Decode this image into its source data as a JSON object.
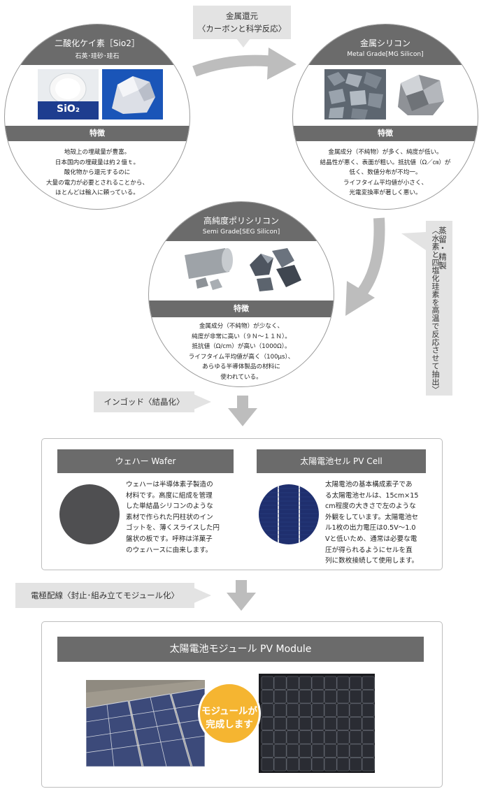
{
  "sio2": {
    "title": "二酸化ケイ素［Sio2］",
    "subtitle": "石英･珪砂･珪石",
    "feature_label": "特徴",
    "photo_label": "SiO₂",
    "lines": [
      "地殻上の埋蔵量が豊富。",
      "日本国内の埋蔵量は約２億ｔ。",
      "酸化物から還元するのに",
      "大量の電力が必要とされることから、",
      "ほとんどは輸入に頼っている。"
    ]
  },
  "mg_silicon": {
    "title": "金属シリコン",
    "subtitle": "Metal Grade[MG Silicon]",
    "feature_label": "特徴",
    "lines": [
      "金属成分（不純物）が多く、純度が低い。",
      "結晶性が悪く、表面が粗い。抵抗値（Ω／㎝）が",
      "低く、数値分布が不均一。",
      "ライフタイム平均値が小さく、",
      "光電変換率が著しく悪い。"
    ]
  },
  "seg_silicon": {
    "title": "高純度ポリシリコン",
    "subtitle": "Semi Grade[SEG Silicon]",
    "feature_label": "特徴",
    "lines": [
      "金属成分（不純物）が少なく、",
      "純度が非常に高い（９Ｎ～１１Ｎ）。",
      "抵抗値（Ω/cm）が高い（1000Ω）。",
      "ライフタイム平均値が高く（100μs）、",
      "あらゆる半導体製品の材料に",
      "使われている。"
    ]
  },
  "step_reduction": {
    "line1": "金属還元",
    "line2": "〈カーボンと科学反応〉"
  },
  "step_distill": {
    "line1": "蒸留・精製",
    "line2": "〈水素と四塩化珪素を高温で反応させて抽出〉"
  },
  "step_ingot": "インゴッド〈結晶化〉",
  "step_module": "電極配線〈封止･組み立てモジュール化〉",
  "wafer": {
    "title": "ウェハー Wafer",
    "lines": [
      "ウェハーは半導体素子製造の",
      "材料です。高度に組成を管理",
      "した単結晶シリコンのような",
      "素材で作られた円柱状のイン",
      "ゴットを、薄くスライスした円",
      "盤状の板です。呼称は洋菓子",
      "のウェハースに由来します。"
    ]
  },
  "pvcell": {
    "title": "太陽電池セル PV Cell",
    "lines": [
      "太陽電池の基本構成素子であ",
      "る太陽電池セルは、15cm×15",
      "cm程度の大きさで左のような",
      "外観をしています。太陽電池セ",
      "ル1枚の出力電圧は0.5V～1.0",
      "Vと低いため、通常は必要な電",
      "圧が得られるようにセルを直",
      "列に数枚接続して使用します。"
    ]
  },
  "module": {
    "title": "太陽電池モジュール PV Module",
    "badge_line1": "モジュールが",
    "badge_line2": "完成します"
  },
  "colors": {
    "header_gray": "#6b6b6b",
    "callout_gray": "#e3e3e3",
    "arrow_gray": "#bdbdbd",
    "badge_orange": "#f5b531",
    "cell_blue": "#1f2f6e"
  }
}
